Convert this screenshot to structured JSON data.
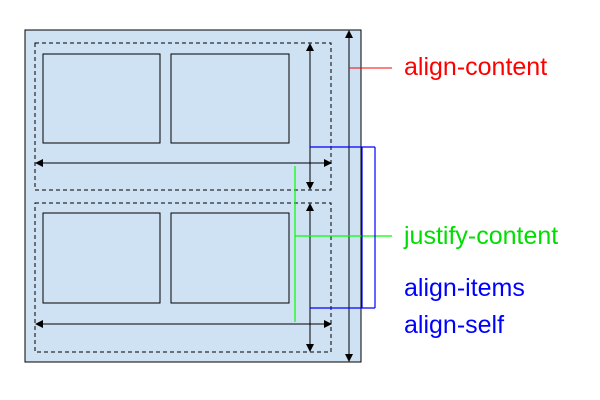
{
  "labels": {
    "align_content": "align-content",
    "justify_content": "justify-content",
    "align_items": "align-items",
    "align_self": "align-self"
  },
  "colors": {
    "container_fill": "#cfe2f3",
    "item_fill": "#cfe2f3",
    "outline": "#000000",
    "align_content": "#ff0000",
    "justify_content": "#00ff00",
    "align_items": "#0000ff",
    "align_self": "#0000ff"
  }
}
